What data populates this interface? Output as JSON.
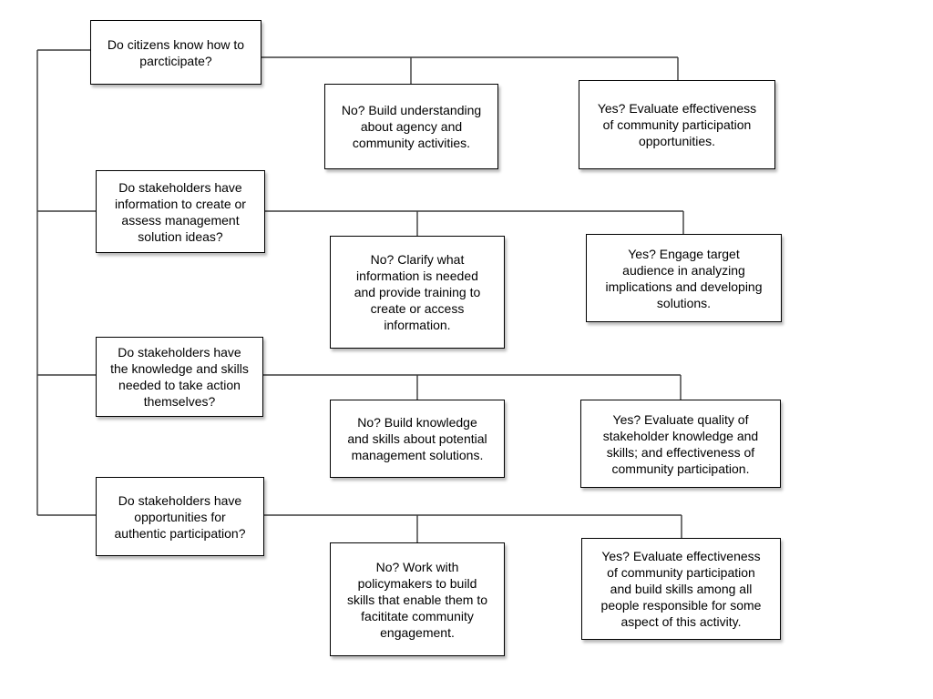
{
  "flowchart": {
    "colors": {
      "background": "#ffffff",
      "box_border": "#000000",
      "connector_line": "#3a3a3a",
      "text": "#000000"
    },
    "rows": [
      {
        "question": "Do citizens know how to\nparcticipate?",
        "no": "No? Build understanding\nabout agency and\ncommunity activities.",
        "yes": "Yes? Evaluate effectiveness\nof community participation\nopportunities."
      },
      {
        "question": "Do stakeholders have\ninformation to create or\nassess management\nsolution ideas?",
        "no": "No? Clarify what\ninformation is needed\nand provide training to\ncreate or access\ninformation.",
        "yes": "Yes? Engage target\naudience in analyzing\nimplications and developing\nsolutions."
      },
      {
        "question": "Do stakeholders have\nthe knowledge and skills\nneeded to take action\nthemselves?",
        "no": "No? Build knowledge\nand skills about potential\nmanagement solutions.",
        "yes": "Yes? Evaluate quality of\nstakeholder knowledge and\nskills; and effectiveness of\ncommunity participation."
      },
      {
        "question": "Do stakeholders have\nopportunities for\nauthentic participation?",
        "no": "No? Work with\npolicymakers to build\nskills that enable them to\nfacititate community\nengagement.",
        "yes": "Yes? Evaluate effectiveness\nof community participation\nand build skills among all\npeople responsible for some\naspect of this activity."
      }
    ]
  }
}
